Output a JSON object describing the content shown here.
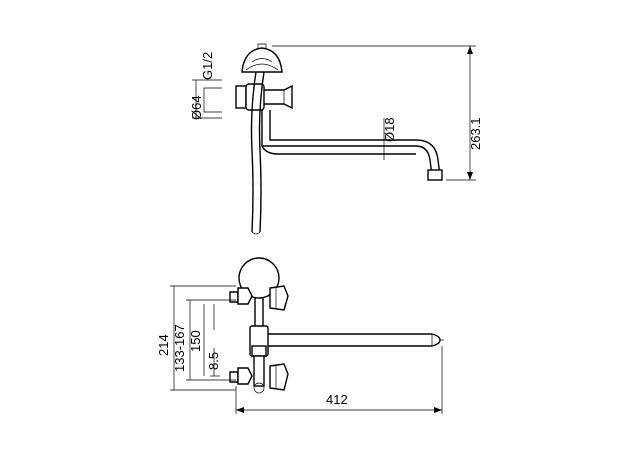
{
  "side_view": {
    "thread_label": "G1/2",
    "diameter_label": "Ø64",
    "spout_diameter_label": "Ø18",
    "height_label": "263.1"
  },
  "front_view": {
    "overall_height_label": "214",
    "center_range_label": "133-167",
    "center_label": "150",
    "offset_label": "8.5",
    "spout_length_label": "412"
  }
}
